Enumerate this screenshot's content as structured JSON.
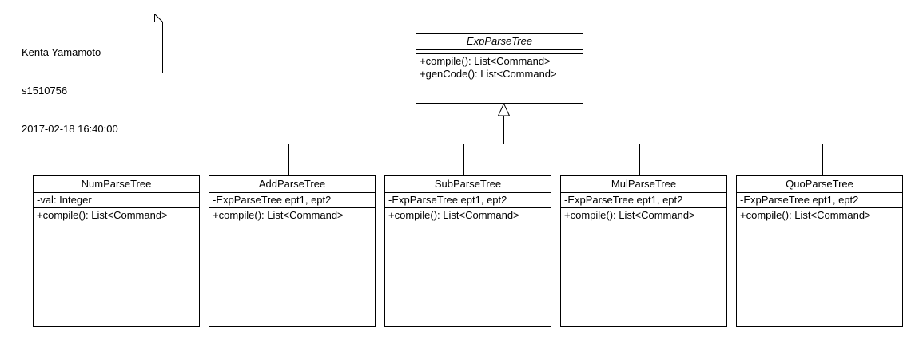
{
  "note": {
    "lines": [
      "Kenta Yamamoto",
      "s1510756",
      "2017-02-18 16:40:00"
    ]
  },
  "classes": {
    "exp": {
      "name": "ExpParseTree",
      "operations": [
        "+compile(): List<Command>",
        "+genCode(): List<Command>"
      ]
    },
    "num": {
      "name": "NumParseTree",
      "attributes": [
        "-val: Integer"
      ],
      "operations": [
        "+compile(): List<Command>"
      ]
    },
    "add": {
      "name": "AddParseTree",
      "attributes": [
        "-ExpParseTree ept1, ept2"
      ],
      "operations": [
        "+compile(): List<Command>"
      ]
    },
    "sub": {
      "name": "SubParseTree",
      "attributes": [
        "-ExpParseTree ept1, ept2"
      ],
      "operations": [
        "+compile(): List<Command>"
      ]
    },
    "mul": {
      "name": "MulParseTree",
      "attributes": [
        "-ExpParseTree ept1, ept2"
      ],
      "operations": [
        "+compile(): List<Command>"
      ]
    },
    "quo": {
      "name": "QuoParseTree",
      "attributes": [
        "-ExpParseTree ept1, ept2"
      ],
      "operations": [
        "+compile(): List<Command>"
      ]
    }
  }
}
